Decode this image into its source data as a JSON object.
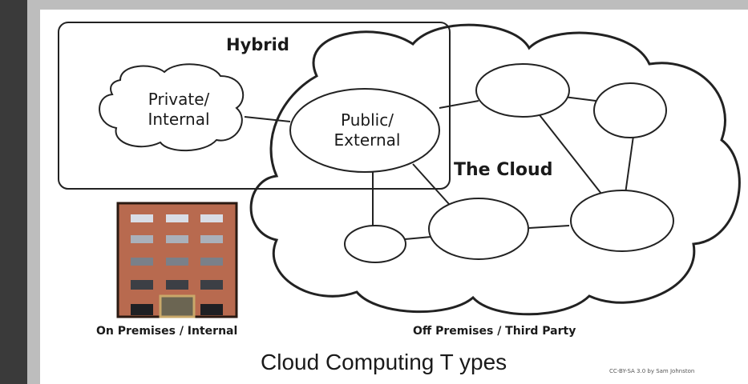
{
  "diagram": {
    "hybrid_label": "Hybrid",
    "private_label_line1": "Private/",
    "private_label_line2": "Internal",
    "public_label_line1": "Public/",
    "public_label_line2": "External",
    "cloud_label": "The Cloud",
    "on_premises_label": "On Premises / Internal",
    "off_premises_label": "Off Premises / Third Party",
    "title": "Cloud Computing T ypes",
    "credit": "CC-BY-SA 3.0 by Sam Johnston"
  },
  "colors": {
    "building_brick": "#b86a4f",
    "building_outline": "#2a1a12",
    "window_light": "#d9dde6",
    "window_mid": "#8f959e",
    "window_dark": "#3c3f45",
    "door": "#6b6552",
    "panel_background": "#ffffff",
    "outer_background": "#3a3a3a"
  }
}
